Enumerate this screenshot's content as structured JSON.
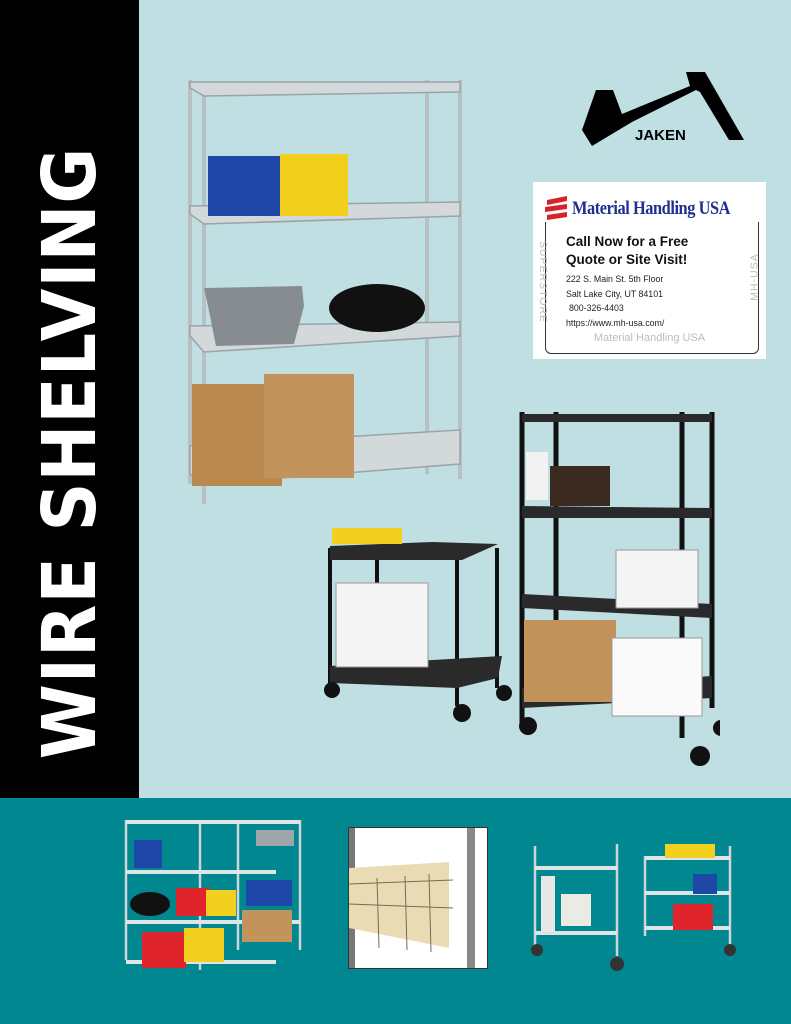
{
  "page": {
    "title": "WIRE SHELVING",
    "colors": {
      "background": "#bfdfe3",
      "side_strip": "#000000",
      "bottom_band": "#00878f",
      "brand_blue": "#1f2f8e",
      "brand_red": "#d6232a"
    }
  },
  "logo": {
    "name": "JAKEN"
  },
  "dealer_card": {
    "brand": "Material Handling USA",
    "cta_line1": "Call Now for a Free",
    "cta_line2": "Quote or Site Visit!",
    "address_line1": "222 S. Main St. 5th Floor",
    "address_line2": "Salt Lake City, UT 84101",
    "phone": "800-326-4403",
    "url": "https://www.mh-usa.com/",
    "side_left": "SUPERSTORE",
    "side_right": "MH-USA",
    "footer": "Material Handling USA"
  },
  "photos": {
    "main": "chrome-4-shelf-wire-unit",
    "cart_small": "black-2-shelf-cart",
    "unit_black": "black-4-shelf-mobile-unit",
    "bottom_left": "chrome-mobile-shelving-with-bins",
    "bottom_middle": "wire-file-holder-accessory",
    "bottom_right": "chrome-utility-carts"
  }
}
